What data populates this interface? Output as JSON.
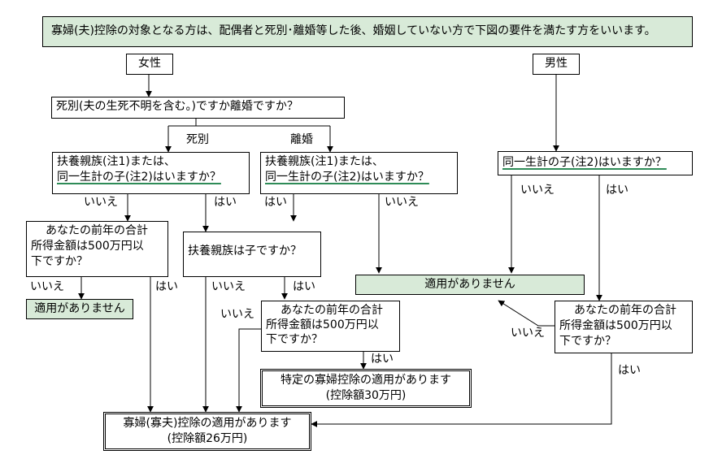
{
  "header": "寡婦(夫)控除の対象となる方は、配偶者と死別･離婚等した後、婚姻していない方で下図の要件を満たす方をいいます。",
  "nodes": {
    "female": "女性",
    "male": "男性",
    "q_cause": "死別(夫の生死不明を含む。)ですか離婚ですか？",
    "q_dep_a_l1": "扶養親族(注1)または、",
    "q_dep_a_l2": "同一生計の子(注2)はいますか？",
    "q_dep_b_l1": "扶養親族(注1)または、",
    "q_dep_b_l2": "同一生計の子(注2)はいますか？",
    "q_child_male": "同一生計の子(注2)はいますか？",
    "q_income_a_l1": "あなたの前年の合計",
    "q_income_a_l2": "所得金額は500万円以",
    "q_income_a_l3": "下ですか？",
    "q_dep_is_child": "扶養親族は子ですか？",
    "na_main": "適用がありません",
    "na_small": "適用がありません",
    "q_income_b_l1": "あなたの前年の合計",
    "q_income_b_l2": "所得金額は500万円以",
    "q_income_b_l3": "下ですか？",
    "q_income_male_l1": "あなたの前年の合計",
    "q_income_male_l2": "所得金額は500万円以",
    "q_income_male_l3": "下ですか？",
    "special_l1": "特定の寡婦控除の適用があります",
    "special_l2": "(控除額30万円)",
    "result_l1": "寡婦(寡夫)控除の適用があります",
    "result_l2": "(控除額26万円)"
  },
  "labels": {
    "death": "死別",
    "divorce": "離婚",
    "no_1": "いいえ",
    "yes_1": "はい",
    "yes_2": "はい",
    "no_2": "いいえ",
    "no_male": "いいえ",
    "yes_male": "はい",
    "no_3": "いいえ",
    "yes_3": "はい",
    "no_4": "いいえ",
    "yes_4": "はい",
    "no_5": "いいえ",
    "yes_5": "はい",
    "no_6": "いいえ",
    "yes_6": "はい"
  }
}
